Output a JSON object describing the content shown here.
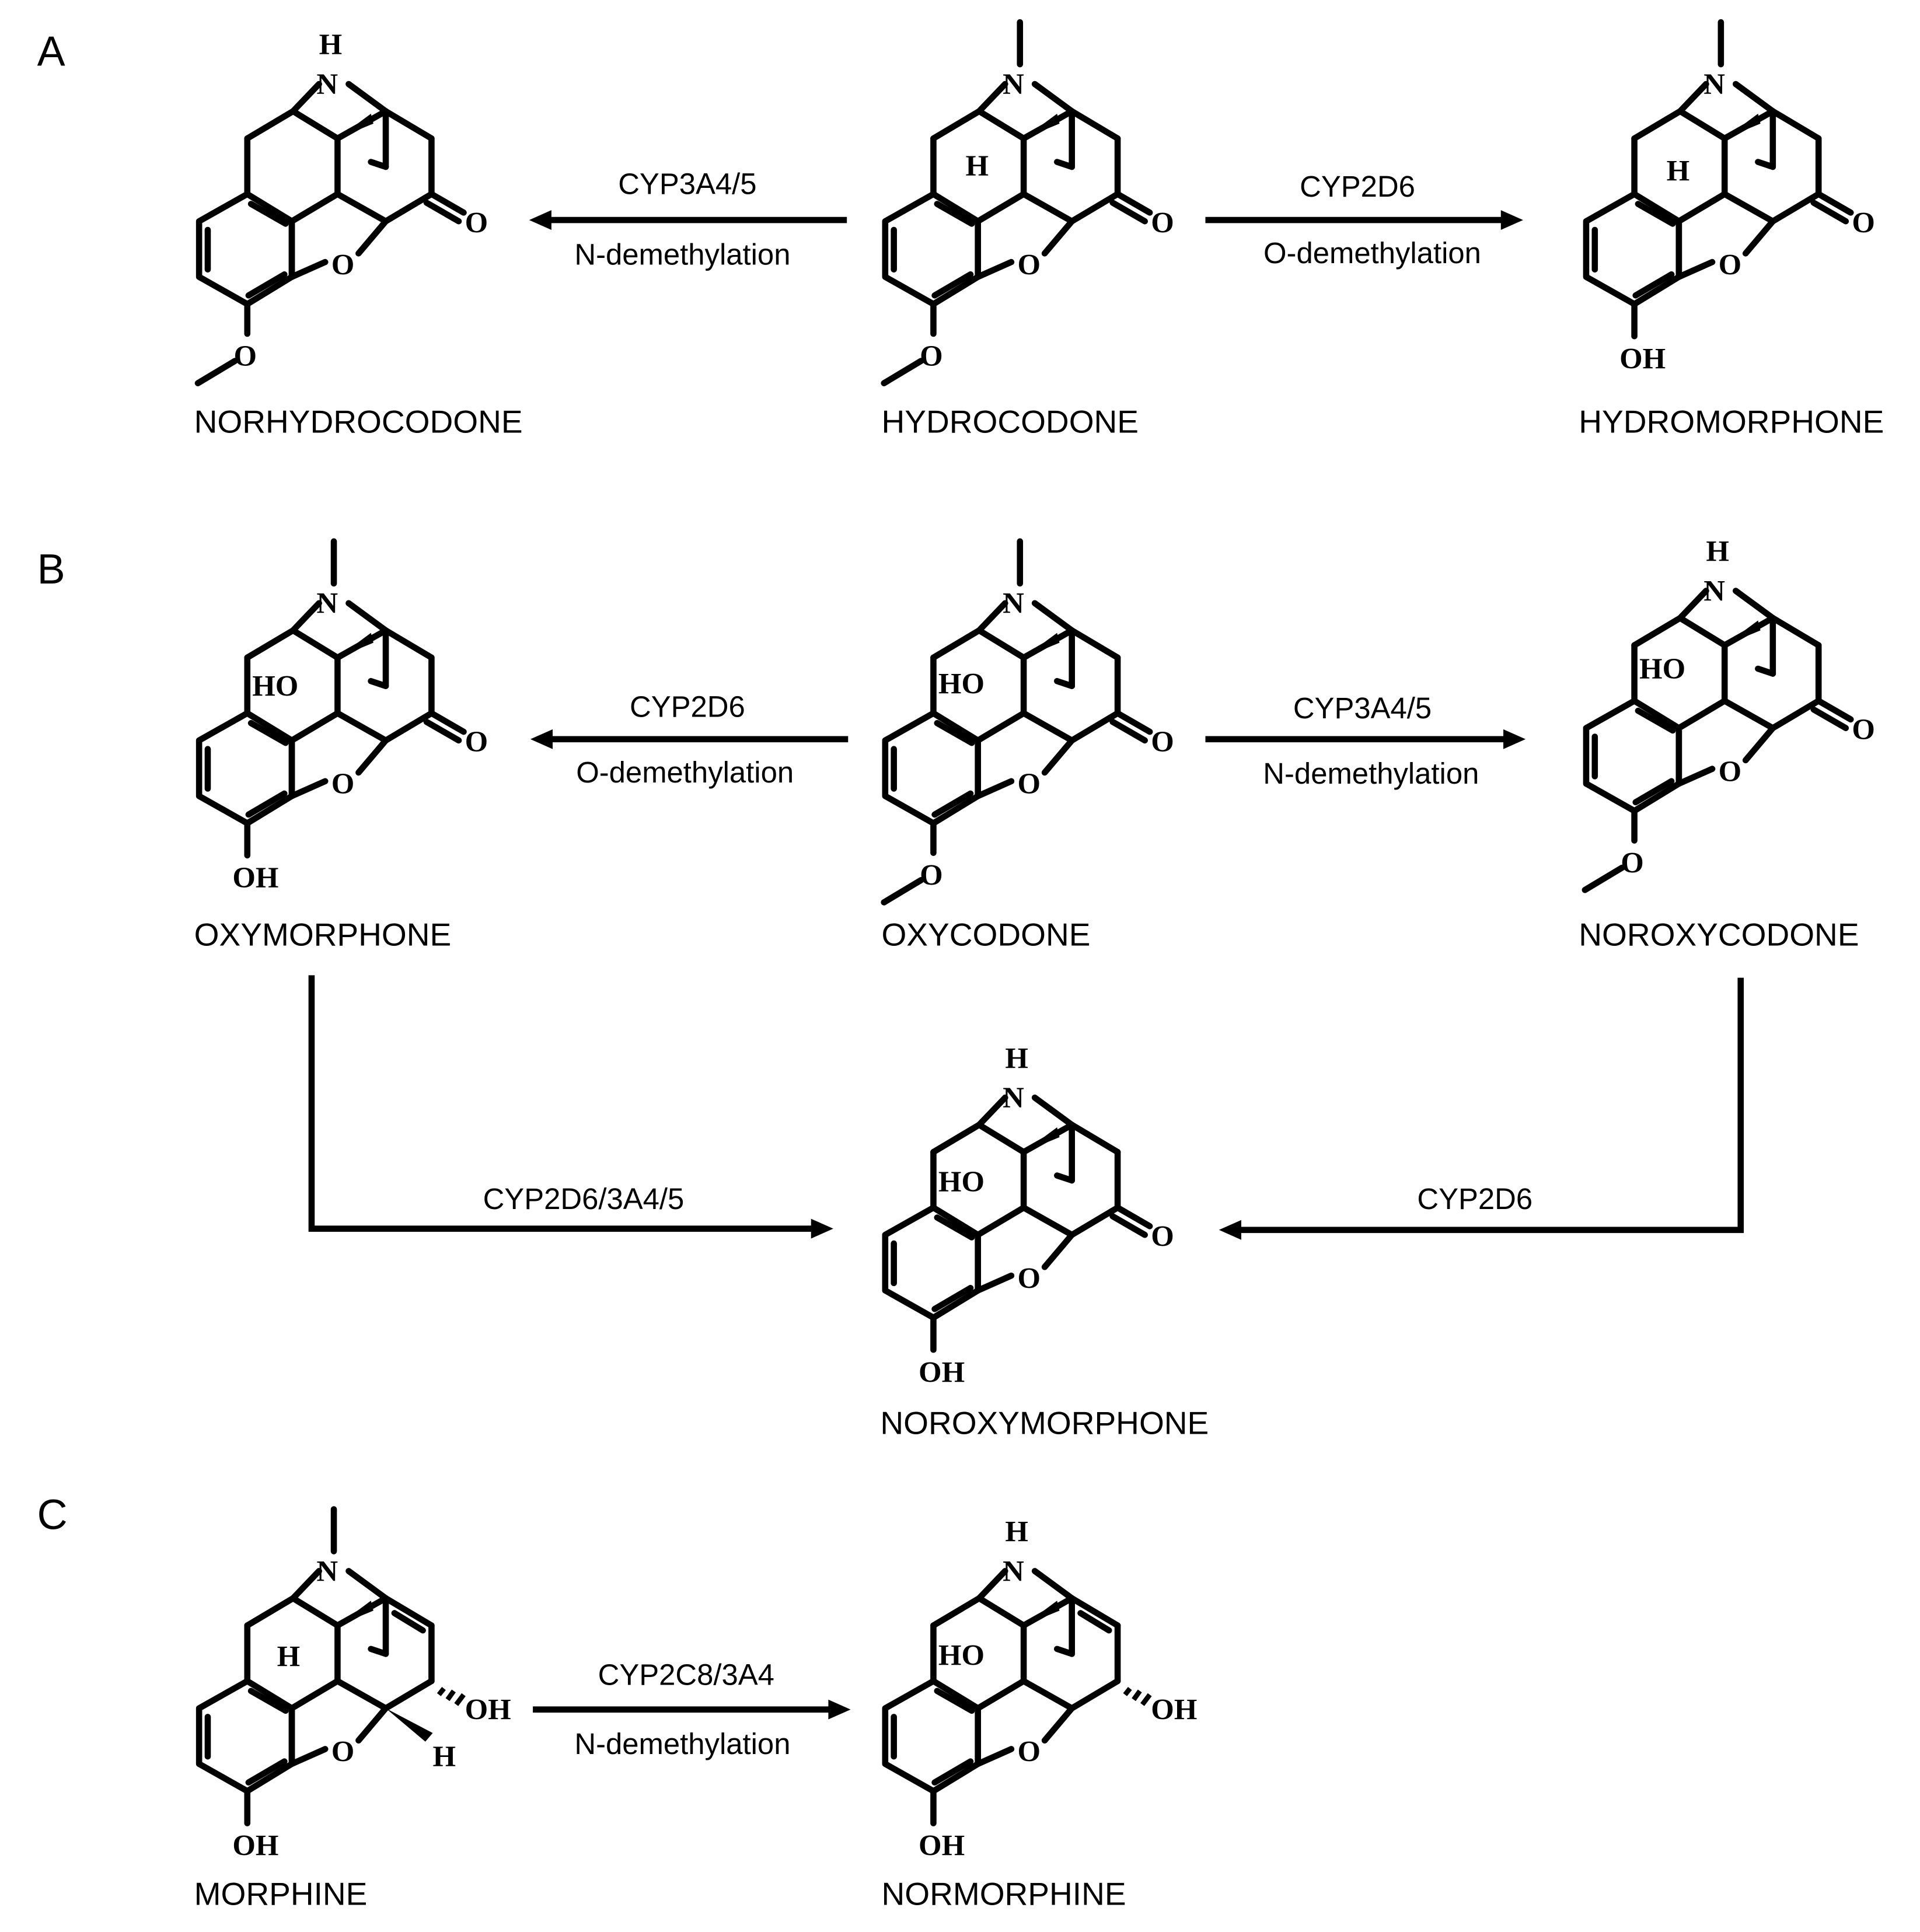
{
  "panels": {
    "a": "A",
    "b": "B",
    "c": "C"
  },
  "atoms": {
    "n": "N",
    "h": "H",
    "o": "O",
    "oh": "OH",
    "ho": "HO"
  },
  "compounds": {
    "norhydrocodone": "NORHYDROCODONE",
    "hydrocodone": "HYDROCODONE",
    "hydromorphone": "HYDROMORPHONE",
    "oxymorphone": "OXYMORPHONE",
    "oxycodone": "OXYCODONE",
    "noroxycodone": "NOROXYCODONE",
    "noroxymorphone": "NOROXYMORPHONE",
    "morphine": "MORPHINE",
    "normorphine": "NORMORPHINE"
  },
  "reactions": {
    "a_left": {
      "enzyme": "CYP3A4/5",
      "type": "N-demethylation"
    },
    "a_right": {
      "enzyme": "CYP2D6",
      "type": "O-demethylation"
    },
    "b_left": {
      "enzyme": "CYP2D6",
      "type": "O-demethylation"
    },
    "b_right": {
      "enzyme": "CYP3A4/5",
      "type": "N-demethylation"
    },
    "b_bottom_left": {
      "enzyme": "CYP2D6/3A4/5"
    },
    "b_bottom_right": {
      "enzyme": "CYP2D6"
    },
    "c": {
      "enzyme": "CYP2C8/3A4",
      "type": "N-demethylation"
    }
  }
}
